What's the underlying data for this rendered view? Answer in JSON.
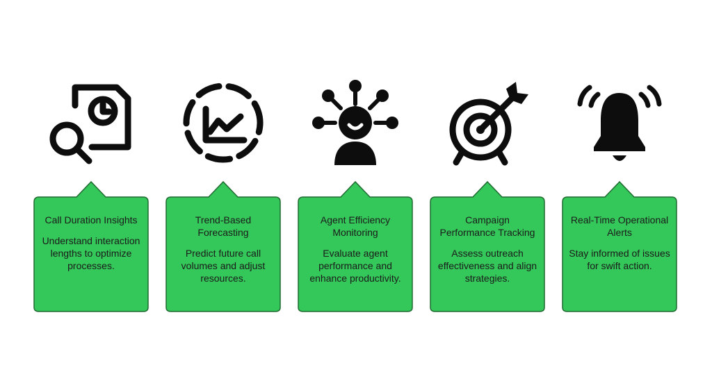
{
  "colors": {
    "card_fill": "#34c759",
    "card_border": "#1f6a31",
    "icon": "#0d0d0d"
  },
  "items": [
    {
      "icon": "clock-document-search-icon",
      "title": "Call Duration Insights",
      "description": "Understand interaction lengths to optimize processes."
    },
    {
      "icon": "chart-forecast-icon",
      "title": "Trend-Based Forecasting",
      "description": "Predict future call volumes and adjust resources."
    },
    {
      "icon": "agent-network-icon",
      "title": "Agent Efficiency Monitoring",
      "description": "Evaluate agent performance and enhance productivity."
    },
    {
      "icon": "target-arrow-icon",
      "title": "Campaign Performance Tracking",
      "description": "Assess outreach effectiveness and align strategies."
    },
    {
      "icon": "alarm-bell-icon",
      "title": "Real-Time Operational Alerts",
      "description": "Stay informed of issues for swift action."
    }
  ]
}
